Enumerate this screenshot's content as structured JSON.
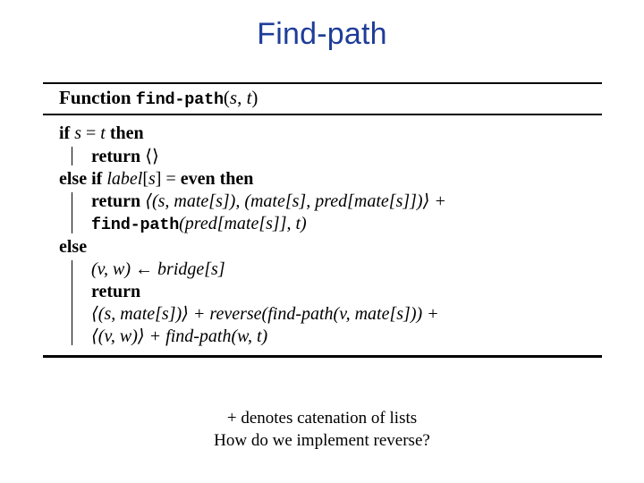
{
  "slide": {
    "title": "Find-path",
    "title_color": "#1F3D99",
    "background_color": "#FFFFFF"
  },
  "algorithm": {
    "header": {
      "keyword": "Function",
      "name": "find-path",
      "open_paren": "(",
      "arg1": "s",
      "comma": ", ",
      "arg2": "t",
      "close_paren": ")"
    },
    "lines": [
      {
        "id": "line-if",
        "text": "if s = t then",
        "kw1": "if",
        "var_s": "s",
        "eq": " = ",
        "var_t": "t",
        "kw2": "then"
      },
      {
        "id": "line-return-empty",
        "kw": "return",
        "angle_open": "⟨",
        "angle_close": "⟩"
      },
      {
        "id": "line-elseif",
        "kw1": "else if",
        "var_label": "label",
        "bracket_open": "[",
        "var_s": "s",
        "bracket_close": "]",
        "eq": " = ",
        "kw_even": "even",
        "kw2": "then"
      },
      {
        "id": "line-return-even",
        "kw": "return",
        "expr": "⟨(s, mate[s]), (mate[s], pred[mate[s]])⟩ +"
      },
      {
        "id": "line-findpath-pred",
        "name": "find-path",
        "expr": "(pred[mate[s]], t)"
      },
      {
        "id": "line-else",
        "kw": "else"
      },
      {
        "id": "line-bridge",
        "expr": "(v, w) ← bridge[s]"
      },
      {
        "id": "line-return-odd",
        "kw": "return"
      },
      {
        "id": "line-return-odd-cont1",
        "expr": "⟨(s, mate[s])⟩ + reverse(find-path(v, mate[s])) +"
      },
      {
        "id": "line-return-odd-cont2",
        "expr": "⟨(v, w)⟩ + find-path(w, t)"
      }
    ]
  },
  "notes": [
    "+ denotes catenation of lists",
    "How do we implement reverse?"
  ]
}
